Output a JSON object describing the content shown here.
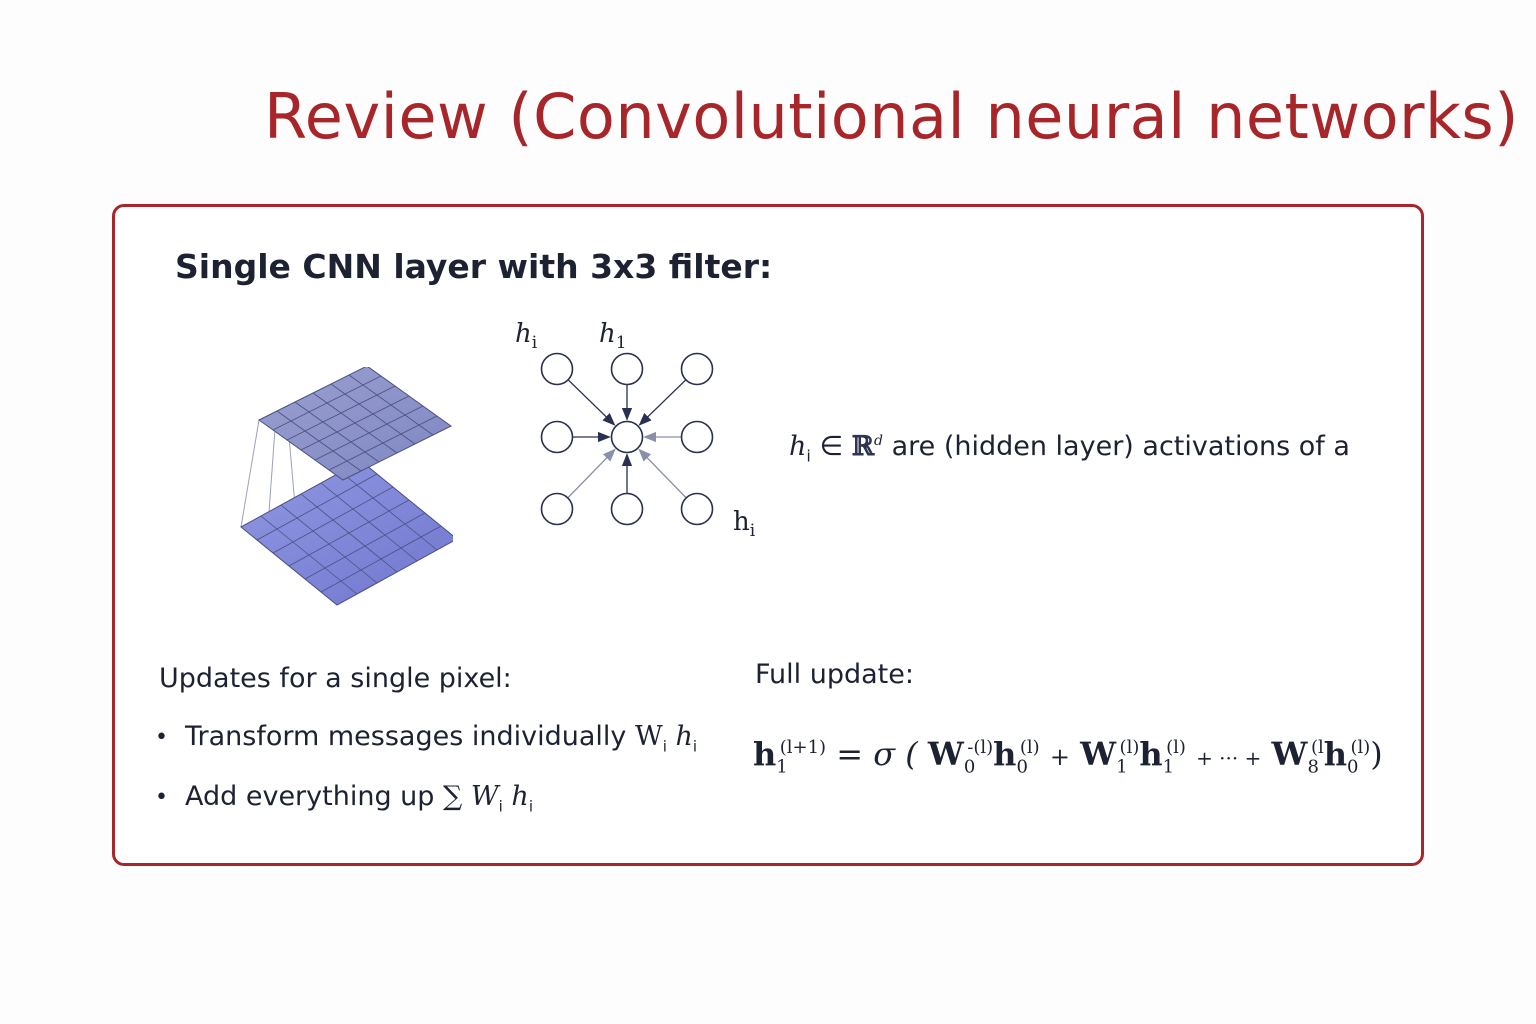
{
  "slide": {
    "title": "Review (Convolutional neural networks)"
  },
  "box": {
    "heading": "Single CNN layer with 3x3 filter:",
    "graph_labels": {
      "top_left": "h",
      "top_left_sub": "i",
      "top_middle": "h",
      "top_middle_sub": "1",
      "bottom_right": "h",
      "bottom_right_sub": "i"
    },
    "description": {
      "var": "h",
      "var_sub": "i",
      "element_of": "∈",
      "space": "ℝ",
      "space_sup": "d",
      "text": "are (hidden layer) activations of a"
    },
    "updates": {
      "heading": "Updates for a single pixel:",
      "items": [
        {
          "text": "Transform messages individually ",
          "math": "W",
          "math_sub": "i",
          "math2": "h",
          "math2_sub": "i"
        },
        {
          "text": "Add everything up ",
          "math_prefix": "∑",
          "math": "W",
          "math_sub": "i",
          "math2": "h",
          "math2_sub": "i"
        }
      ]
    },
    "full_update": {
      "heading": "Full update:",
      "lhs": "h",
      "lhs_sub": "1",
      "lhs_sup": "(l+1)",
      "equals": "= σ (",
      "terms": [
        {
          "w": "W",
          "w_sub": "0",
          "w_sup": "-(l)",
          "h": "h",
          "h_sub": "0",
          "h_sup": "(l)"
        },
        {
          "w": "W",
          "w_sub": "1",
          "w_sup": "(l)",
          "h": "h",
          "h_sub": "1",
          "h_sup": "(l)"
        },
        {
          "w": "W",
          "w_sub": "8",
          "w_sup": "(l",
          "h": "h",
          "h_sub": "0",
          "h_sup": "(l)"
        }
      ],
      "plus": "+",
      "ellipsis": "+ ··· +",
      "close": ")"
    }
  },
  "colors": {
    "accent_red": "#a8262a",
    "text_dark": "#1d2233",
    "grid_top": "#8a91c8",
    "grid_bottom": "#8087d6"
  }
}
